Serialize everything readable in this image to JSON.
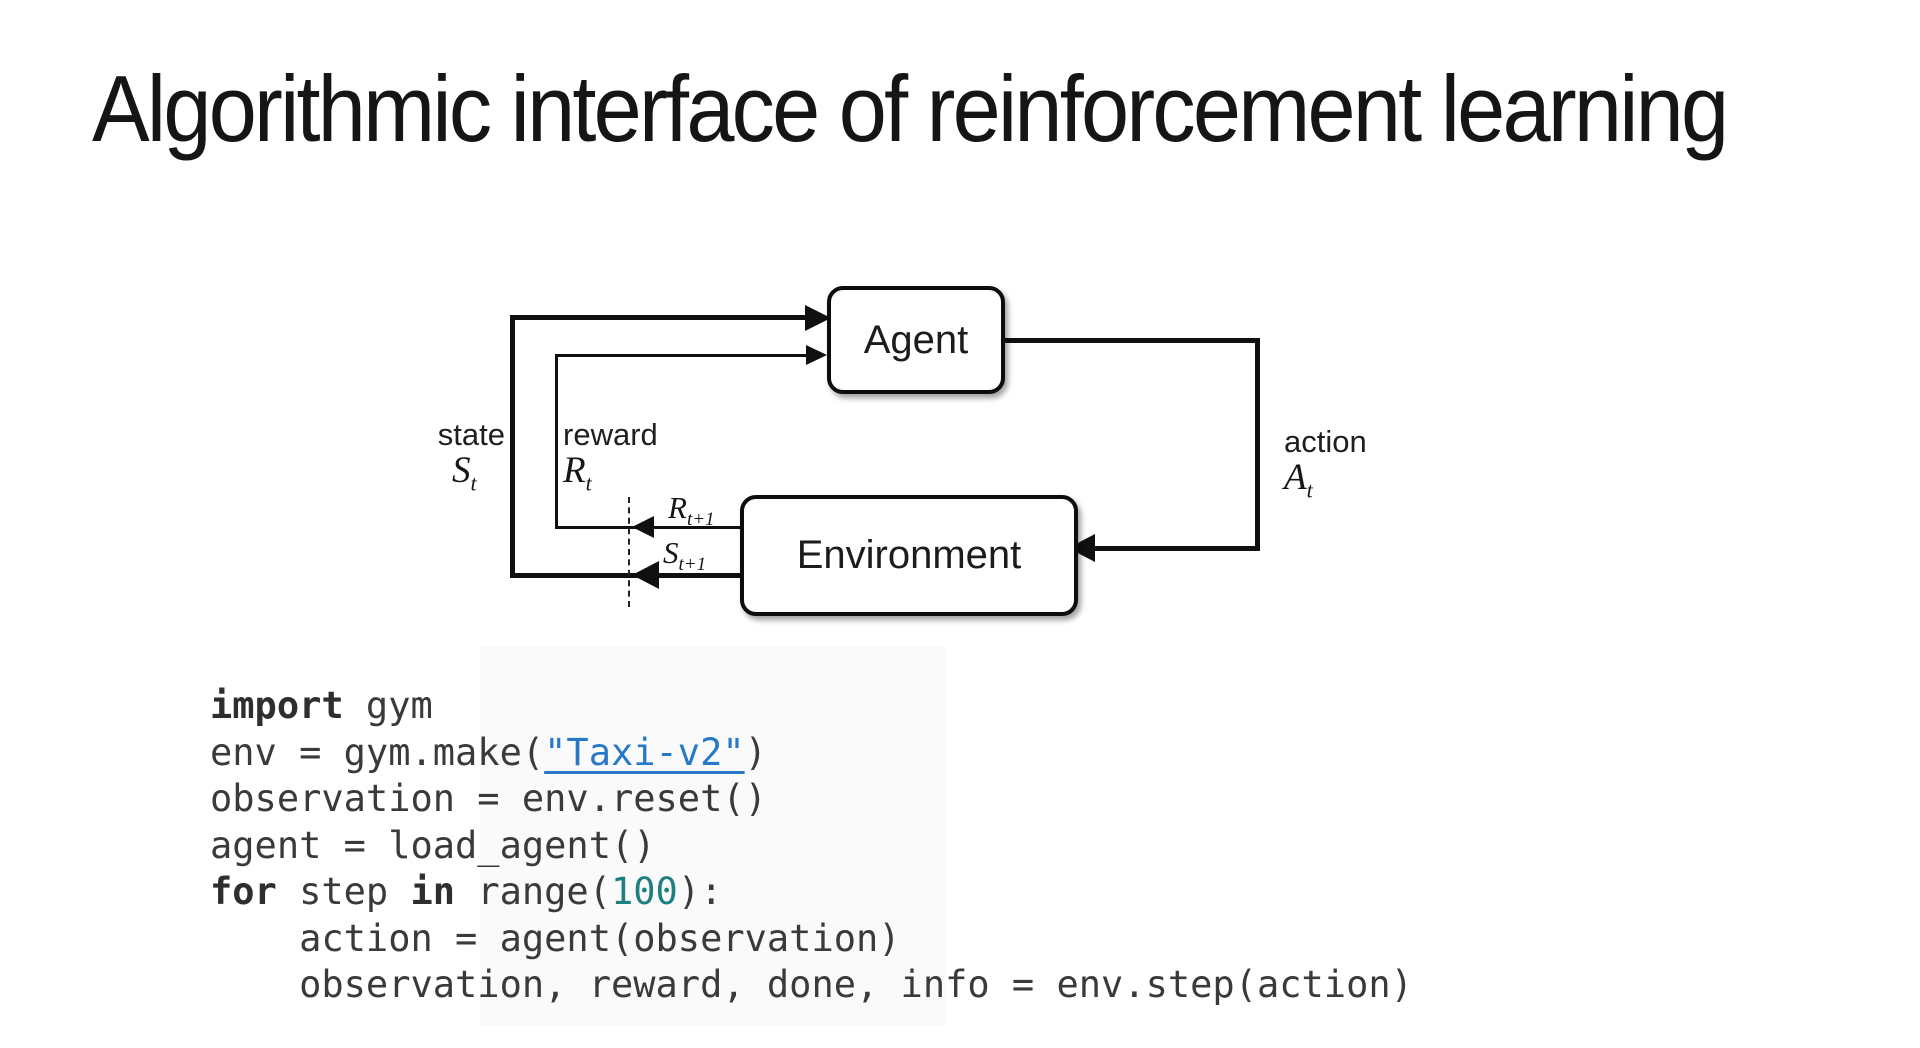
{
  "slide": {
    "title": "Algorithmic interface of reinforcement learning"
  },
  "diagram": {
    "agent_label": "Agent",
    "environment_label": "Environment",
    "state": {
      "word": "state",
      "base": "S",
      "sub": "t"
    },
    "reward": {
      "word": "reward",
      "base": "R",
      "sub": "t"
    },
    "action": {
      "word": "action",
      "base": "A",
      "sub": "t"
    },
    "reward_next": {
      "base": "R",
      "sub": "t+1"
    },
    "state_next": {
      "base": "S",
      "sub": "t+1"
    }
  },
  "code": {
    "lines": [
      {
        "segments": [
          {
            "t": "import",
            "s": "kw"
          },
          {
            "t": " gym",
            "s": "plain"
          }
        ]
      },
      {
        "segments": [
          {
            "t": "env = gym.make(",
            "s": "plain"
          },
          {
            "t": "\"Taxi-v2\"",
            "s": "link"
          },
          {
            "t": ")",
            "s": "plain"
          }
        ]
      },
      {
        "segments": [
          {
            "t": "observation = env.reset()",
            "s": "plain"
          }
        ]
      },
      {
        "segments": [
          {
            "t": "agent = load_agent()",
            "s": "plain"
          }
        ]
      },
      {
        "segments": [
          {
            "t": "for",
            "s": "kw"
          },
          {
            "t": " step ",
            "s": "plain"
          },
          {
            "t": "in",
            "s": "kw"
          },
          {
            "t": " range(",
            "s": "plain"
          },
          {
            "t": "100",
            "s": "num"
          },
          {
            "t": "):",
            "s": "plain"
          }
        ]
      },
      {
        "segments": [
          {
            "t": "    action = agent(observation)",
            "s": "plain"
          }
        ]
      },
      {
        "segments": [
          {
            "t": "    observation, reward, done, info = env.step(action)",
            "s": "plain"
          }
        ]
      }
    ]
  },
  "colors": {
    "link_blue": "#2878c8",
    "number_teal": "#1e7f80",
    "code_text": "#3a3a3a",
    "line_black": "#101010"
  }
}
